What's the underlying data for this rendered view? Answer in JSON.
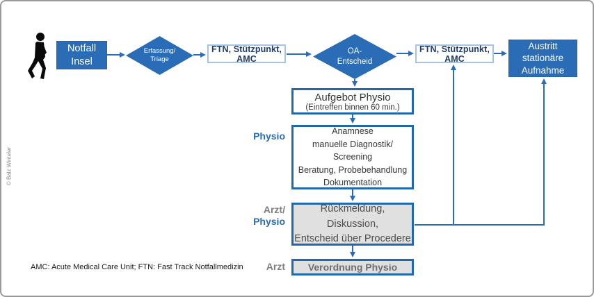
{
  "page": {
    "copyright": "© Balz Winteler",
    "footnote": "AMC: Acute Medical Care Unit; FTN: Fast Track Notfallmedizin"
  },
  "colors": {
    "primary_blue": "#2a6db6",
    "light_blue_border": "#a6c4e2",
    "navy_text": "#223c66",
    "gray_fill": "#e0e0e0",
    "label_gray": "#7f7f7f"
  },
  "nodes": {
    "notfall": {
      "line1": "Notfall",
      "line2": "Insel"
    },
    "erfassung": {
      "line1": "Erfassung/",
      "line2": "Triage"
    },
    "ftn1": {
      "label": "FTN, Stützpunkt, AMC"
    },
    "oa": {
      "line1": "OA-",
      "line2": "Entscheid"
    },
    "ftn2": {
      "label": "FTN, Stützpunkt, AMC"
    },
    "austritt": {
      "line1": "Austritt",
      "line2": "stationäre",
      "line3": "Aufnahme"
    },
    "aufgebot": {
      "title": "Aufgebot Physio",
      "subtitle": "(Eintreffen binnen 60 min.)"
    },
    "anamnese": {
      "line1": "Anamnese",
      "line2": "manuelle Diagnostik/",
      "line3": "Screening",
      "line4": "Beratung, Probebehandlung",
      "line5": "Dokumentation"
    },
    "rueckmeldung": {
      "line1": "Rückmeldung, Diskussion,",
      "line2": "Entscheid über Procedere"
    },
    "verordnung": {
      "label": "Verordnung Physio"
    }
  },
  "row_labels": {
    "physio": "Physio",
    "arzt_part": "Arzt/",
    "physio_part": "Physio",
    "arzt": "Arzt"
  }
}
